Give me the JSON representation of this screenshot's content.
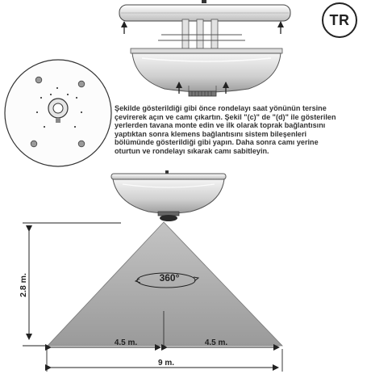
{
  "language_badge": "TR",
  "instructions": "Şekilde gösterildiği gibi önce rondelayı saat yönünün tersine çevirerek açın ve camı çıkartın. Şekil \"(c)\" de \"(d)\" ile gösterilen yerlerden tavana monte edin ve ilk olarak toprak bağlantısını yaptıktan sonra klemens bağlantısını sistem bileşenleri bölümünde gösterildiği gibi yapın. Daha sonra camı yerine oturtun ve rondelayı sıkarak camı sabitleyin.",
  "coverage": {
    "height_label": "2.8 m.",
    "half_width_left_label": "4.5 m.",
    "half_width_right_label": "4.5 m.",
    "total_width_label": "9 m.",
    "angle_label": "360°"
  }
}
